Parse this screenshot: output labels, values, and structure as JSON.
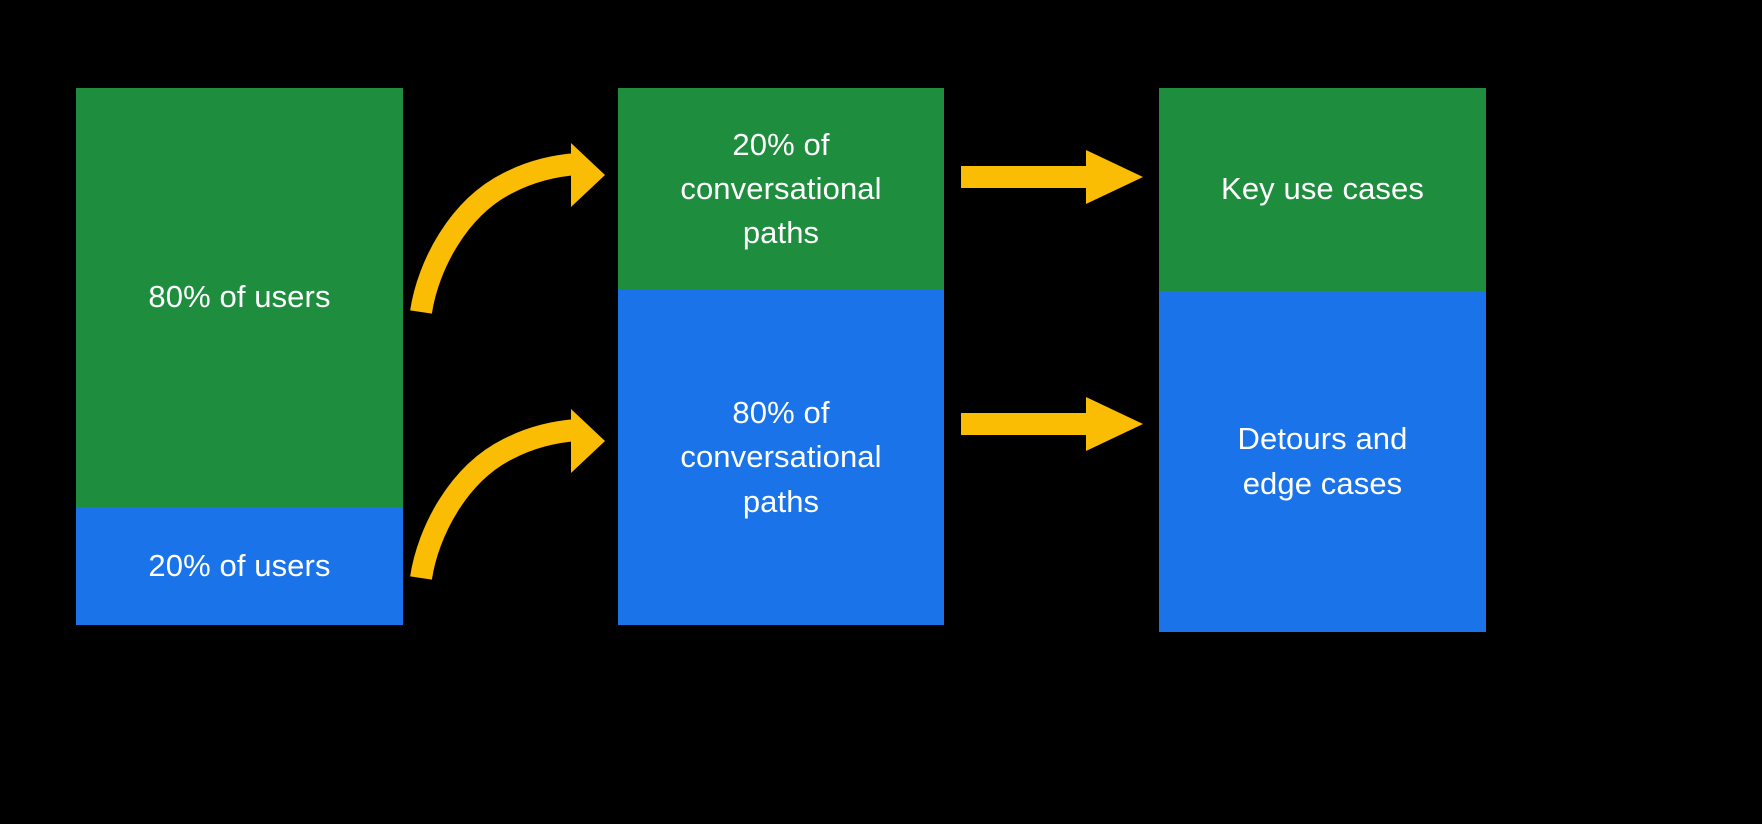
{
  "diagram": {
    "title": "80/20 conversational design diagram",
    "background_color": "#000000",
    "colors": {
      "green": "#1e8e3e",
      "blue": "#1a73e8",
      "arrow_yellow": "#fbbc04",
      "label_text": "#ffffff"
    }
  },
  "columns": [
    {
      "name": "users",
      "segments": [
        {
          "key": "green",
          "label": "80% of users",
          "color": "#1e8e3e",
          "share": 80
        },
        {
          "key": "blue",
          "label": "20% of users",
          "color": "#1a73e8",
          "share": 20
        }
      ]
    },
    {
      "name": "conversational-paths",
      "segments": [
        {
          "key": "green",
          "label": "20% of\nconversational\npaths",
          "color": "#1e8e3e",
          "share": 20
        },
        {
          "key": "blue",
          "label": "80% of\nconversational\npaths",
          "color": "#1a73e8",
          "share": 80
        }
      ]
    },
    {
      "name": "use-cases",
      "segments": [
        {
          "key": "green",
          "label": "Key use cases",
          "color": "#1e8e3e"
        },
        {
          "key": "blue",
          "label": "Detours and\nedge cases",
          "color": "#1a73e8"
        }
      ]
    }
  ],
  "arrows": [
    {
      "name": "users-green-to-paths-green",
      "style": "curved",
      "color": "#fbbc04",
      "from": "80% of users",
      "to": "20% of conversational paths"
    },
    {
      "name": "users-blue-to-paths-blue",
      "style": "curved",
      "color": "#fbbc04",
      "from": "20% of users",
      "to": "80% of conversational paths"
    },
    {
      "name": "paths-green-to-key-use-cases",
      "style": "straight",
      "color": "#fbbc04",
      "from": "20% of conversational paths",
      "to": "Key use cases"
    },
    {
      "name": "paths-blue-to-detours",
      "style": "straight",
      "color": "#fbbc04",
      "from": "80% of conversational paths",
      "to": "Detours and edge cases"
    }
  ]
}
